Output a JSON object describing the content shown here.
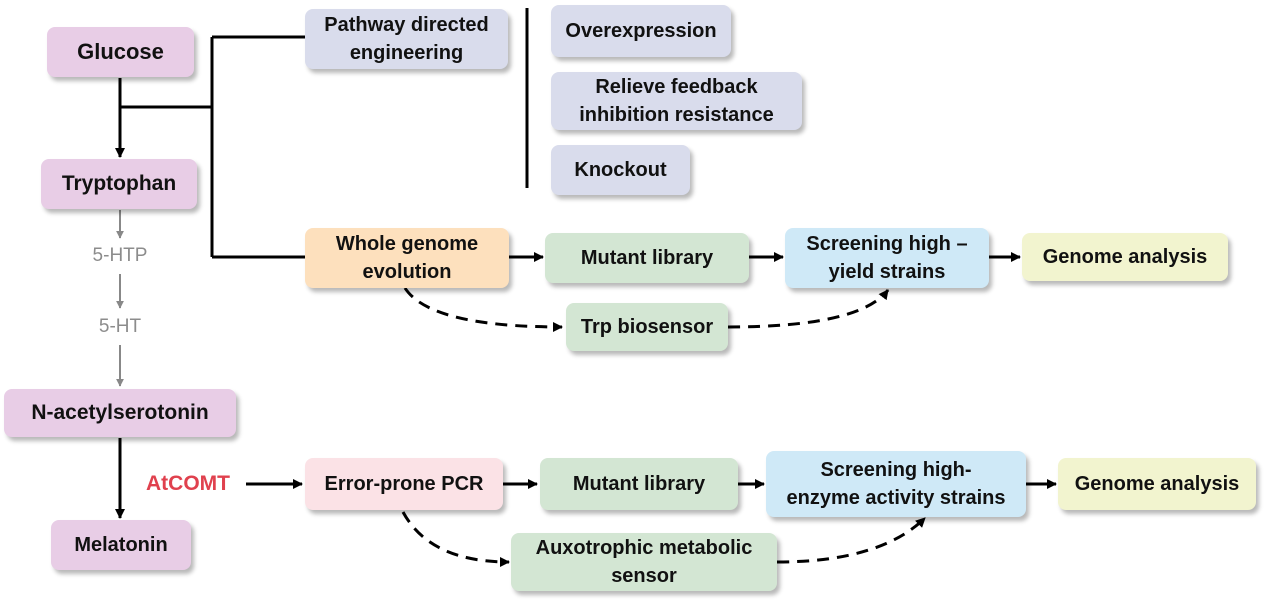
{
  "colors": {
    "metabolite_box": "#e8cde6",
    "strategy_box": "#d9dcec",
    "evolution_box": "#fde0bd",
    "library_box": "#d3e6d3",
    "screening_box": "#cfe9f7",
    "analysis_box": "#f2f4cf",
    "pcr_box": "#fbe2e6",
    "intermediate_text": "#8c8c8c",
    "enzyme_text": "#e0414e",
    "main_arrow": "#000000",
    "faded_arrow": "#888888"
  },
  "pathway": {
    "glucose": "Glucose",
    "tryptophan": "Tryptophan",
    "five_htp": "5-HTP",
    "five_ht": "5-HT",
    "n_acetylserotonin": "N-acetylserotonin",
    "melatonin": "Melatonin"
  },
  "strategies": {
    "pathway_directed": "Pathway directed\nengineering",
    "overexpression": "Overexpression",
    "relieve_feedback": "Relieve feedback\ninhibition resistance",
    "knockout": "Knockout"
  },
  "evolution_workflow": {
    "start": "Whole genome\nevolution",
    "library": "Mutant library",
    "screening": "Screening high –\nyield strains",
    "analysis": "Genome analysis",
    "biosensor": "Trp biosensor"
  },
  "enzyme_workflow": {
    "enzyme": "AtCOMT",
    "start": "Error-prone PCR",
    "library": "Mutant library",
    "screening": "Screening high-\nenzyme activity strains",
    "analysis": "Genome analysis",
    "sensor": "Auxotrophic metabolic\nsensor"
  }
}
